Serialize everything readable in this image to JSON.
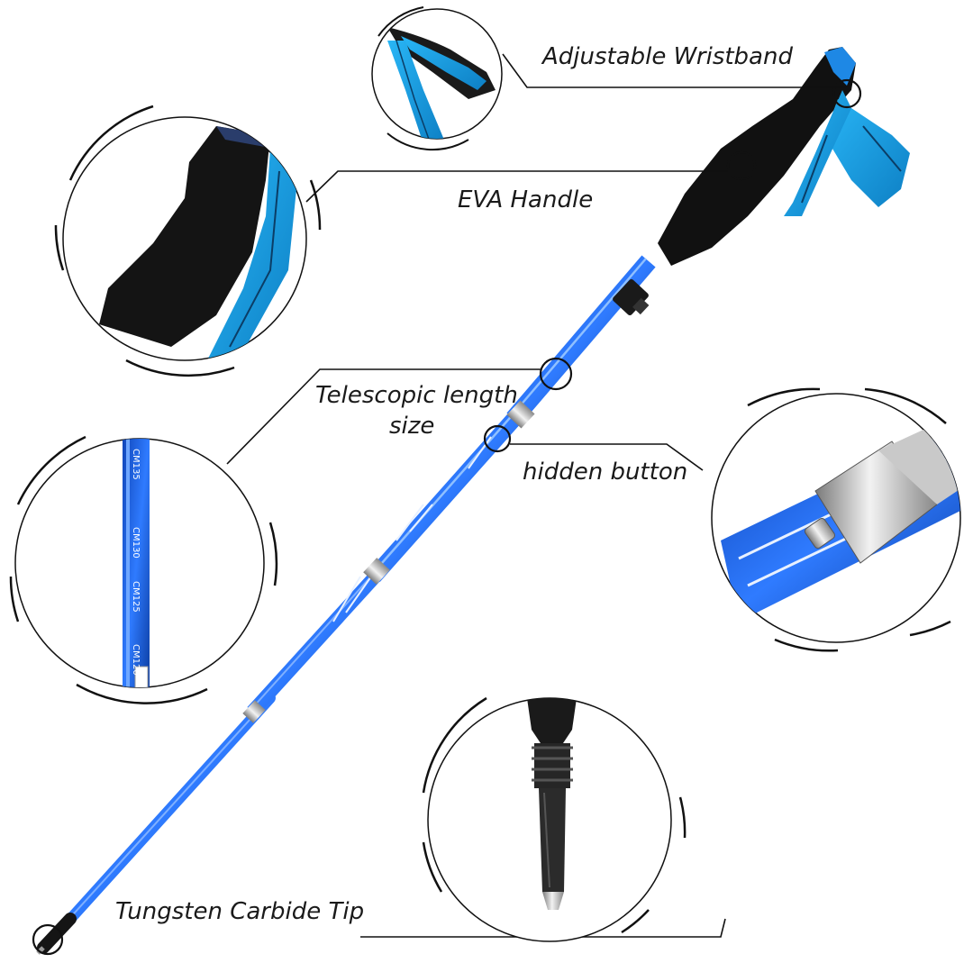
{
  "callouts": {
    "wristband": "Adjustable Wristband",
    "handle": "EVA Handle",
    "telescopic_line1": "Telescopic length",
    "telescopic_line2": "size",
    "hidden_button": "hidden button",
    "tip": "Tungsten Carbide Tip"
  },
  "shaft_markings": [
    "CM135",
    "CM130",
    "CM125",
    "CM120"
  ],
  "colors": {
    "pole_blue": "#1f5fd6",
    "pole_light": "#6fa7ff",
    "strap_blue": "#1aa3e8",
    "grip_black": "#111111",
    "ring": "#111111"
  }
}
